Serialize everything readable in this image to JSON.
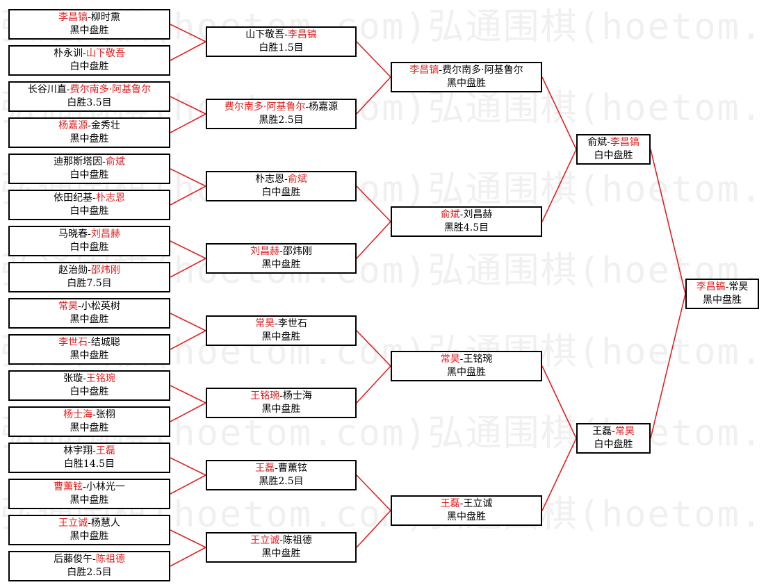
{
  "watermark": "弘通围棋(hoetom.com)弘通围棋(hoetom.com)弘通围棋(hoetom.com)",
  "colors": {
    "winner": "#e02020",
    "connector": "#e02020",
    "text": "#000000",
    "watermark": "#f0f0f0"
  },
  "rounds": [
    {
      "name": "round1",
      "matches": [
        {
          "p1": "李昌镐",
          "p2": "柳时熏",
          "winner": 1,
          "result": "黑中盘胜"
        },
        {
          "p1": "朴永训",
          "p2": "山下敬吾",
          "winner": 2,
          "result": "白中盘胜"
        },
        {
          "p1": "长谷川直",
          "p2": "费尔南多·阿基鲁尔",
          "winner": 2,
          "result": "白胜3.5目"
        },
        {
          "p1": "杨嘉源",
          "p2": "金秀壮",
          "winner": 1,
          "result": "黑中盘胜"
        },
        {
          "p1": "迪那斯塔因",
          "p2": "俞斌",
          "winner": 2,
          "result": "白中盘胜"
        },
        {
          "p1": "依田纪基",
          "p2": "朴志恩",
          "winner": 2,
          "result": "白中盘胜"
        },
        {
          "p1": "马晓春",
          "p2": "刘昌赫",
          "winner": 2,
          "result": "白中盘胜"
        },
        {
          "p1": "赵治勋",
          "p2": "邵炜刚",
          "winner": 2,
          "result": "白胜7.5目"
        },
        {
          "p1": "常昊",
          "p2": "小松英树",
          "winner": 1,
          "result": "黑中盘胜"
        },
        {
          "p1": "李世石",
          "p2": "结城聪",
          "winner": 1,
          "result": "黑中盘胜"
        },
        {
          "p1": "张璇",
          "p2": "王铭琬",
          "winner": 2,
          "result": "白中盘胜"
        },
        {
          "p1": "杨士海",
          "p2": "张栩",
          "winner": 1,
          "result": "黑中盘胜"
        },
        {
          "p1": "林宇翔",
          "p2": "王磊",
          "winner": 2,
          "result": "白胜14.5目"
        },
        {
          "p1": "曹薰铉",
          "p2": "小林光一",
          "winner": 1,
          "result": "黑中盘胜"
        },
        {
          "p1": "王立诚",
          "p2": "杨慧人",
          "winner": 1,
          "result": "黑中盘胜"
        },
        {
          "p1": "后藤俊午",
          "p2": "陈祖德",
          "winner": 2,
          "result": "白胜2.5目"
        }
      ]
    },
    {
      "name": "round2",
      "matches": [
        {
          "p1": "山下敬吾",
          "p2": "李昌镐",
          "winner": 2,
          "result": "白胜1.5目"
        },
        {
          "p1": "费尔南多·阿基鲁尔",
          "p2": "杨嘉源",
          "winner": 1,
          "result": "黑胜2.5目"
        },
        {
          "p1": "朴志恩",
          "p2": "俞斌",
          "winner": 2,
          "result": "白中盘胜"
        },
        {
          "p1": "刘昌赫",
          "p2": "邵炜刚",
          "winner": 1,
          "result": "黑中盘胜"
        },
        {
          "p1": "常昊",
          "p2": "李世石",
          "winner": 1,
          "result": "黑中盘胜"
        },
        {
          "p1": "王铭琬",
          "p2": "杨士海",
          "winner": 1,
          "result": "黑中盘胜"
        },
        {
          "p1": "王磊",
          "p2": "曹薰铉",
          "winner": 1,
          "result": "黑胜2.5目"
        },
        {
          "p1": "王立诚",
          "p2": "陈祖德",
          "winner": 1,
          "result": "黑中盘胜"
        }
      ]
    },
    {
      "name": "round3",
      "matches": [
        {
          "p1": "李昌镐",
          "p2": "费尔南多·阿基鲁尔",
          "winner": 1,
          "result": "黑中盘胜"
        },
        {
          "p1": "俞斌",
          "p2": "刘昌赫",
          "winner": 1,
          "result": "黑胜4.5目"
        },
        {
          "p1": "常昊",
          "p2": "王铭琬",
          "winner": 1,
          "result": "黑中盘胜"
        },
        {
          "p1": "王磊",
          "p2": "王立诚",
          "winner": 1,
          "result": "黑中盘胜"
        }
      ]
    },
    {
      "name": "semifinal",
      "matches": [
        {
          "p1": "俞斌",
          "p2": "李昌镐",
          "winner": 2,
          "result": "白中盘胜"
        },
        {
          "p1": "王磊",
          "p2": "常昊",
          "winner": 2,
          "result": "白中盘胜"
        }
      ]
    },
    {
      "name": "final",
      "matches": [
        {
          "p1": "李昌镐",
          "p2": "常昊",
          "winner": 1,
          "result": "黑中盘胜"
        }
      ]
    }
  ]
}
